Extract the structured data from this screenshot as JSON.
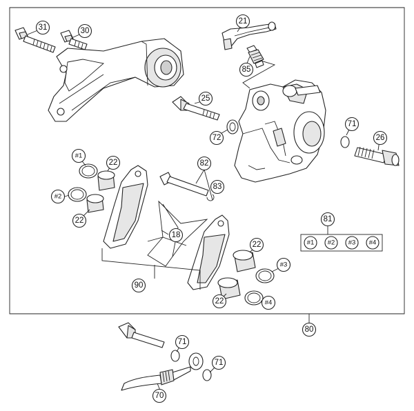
{
  "callouts": {
    "c31": "31",
    "c30": "30",
    "c21": "21",
    "c85": "85",
    "c25": "25",
    "c72": "72",
    "c71a": "71",
    "c26": "26",
    "c1": "#1",
    "c22a": "22",
    "c2": "#2",
    "c22b": "22",
    "c82": "82",
    "c83": "83",
    "c18": "18",
    "c81": "81",
    "c81_1": "#1",
    "c81_2": "#2",
    "c81_3": "#3",
    "c81_4": "#4",
    "c22c": "22",
    "c3": "#3",
    "c90": "90",
    "c22d": "22",
    "c4": "#4",
    "c80": "80",
    "c71b": "71",
    "c71c": "71",
    "c70": "70"
  }
}
